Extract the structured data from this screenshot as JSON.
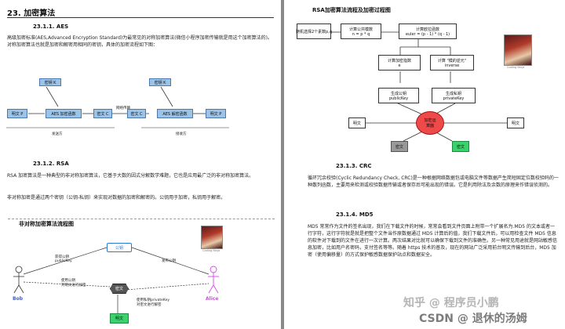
{
  "left_page": {
    "title": "23.   加密算法",
    "aes": {
      "heading": "23.1.1.    AES",
      "para": "高级加密标准(AES,Advanced Encryption Standard)为最常见的对称加密算法(微信小程序加密传输就是用这个加密算法的)。对称加密算法也就是加密和解密用相同的密钥，具体的加密流程如下图：",
      "diagram": {
        "key_a": "密钥 K",
        "key_b": "密钥 K",
        "plain_left": "明文 P",
        "encrypt": "AES 加密函数",
        "cipher_left": "密文  C",
        "transfer": "网络传输",
        "cipher_right": "密文  C",
        "decrypt": "AES 解密函数",
        "plain_right": "明文 P",
        "sender": "发送方",
        "receiver": "接收方"
      }
    },
    "rsa": {
      "heading": "23.1.2.    RSA",
      "para1": "RSA 加密算法是一种典型的非对称加密算法，它基于大数的因式分解数学难题，它也是应用最广泛的非对称加密算法。",
      "para2": "非对称加密是通过两个密钥（公钥-私钥）来实现对数据的加密和解密的。公钥用于加密，私钥用于解密。",
      "diagram_title": "非对称加密算法流程图",
      "public_key": "公钥",
      "private_key": "私钥",
      "get_public": "获得公钥\npublicKey",
      "send_public": "发布公钥",
      "encrypt_note": "使用公钥\n对明文进行加密",
      "cipher": "密文",
      "decrypt_note": "使用私钥privateKey\n对密文进行解密",
      "plain": "明文",
      "bob": "Bob",
      "alice": "Alice",
      "thumb_caption": "Coding Ninja"
    }
  },
  "right_page": {
    "flow_title": "RSA加密算法流程及加密过程图",
    "flow": {
      "random": "随机选择2个素数p,q",
      "n": "计算公共模数\nn = p * q",
      "euler": "计算欧拉函数\neuler = (p - 1) * (q - 1)",
      "e": "计算加密指数\ne",
      "inverse": "计算 \"模的逆元\"\ninverse",
      "pub": "生成公钥\npublicKey",
      "priv": "生成私钥\nprivateKey",
      "plain_l": "明文",
      "algo": "加密运\n算器",
      "plain_r": "明文",
      "cipher_a": "密文",
      "cipher_b": "密文",
      "thumb_caption": "Coding Ninja"
    },
    "crc": {
      "heading": "23.1.3.    CRC",
      "para": "循环冗余校验(Cyclic Redundancy Check, CRC)是一种根据网络数据包或电脑文件等数据产生简短固定位数校验码的一种散列函数，主要用来检测或校验数据传输或者保存后可能出现的错误。它是利用除法及余数的原理来作错误侦测的。"
    },
    "md5": {
      "heading": "23.1.4.    MD5",
      "para": "MD5 常常作为文件的签名出现，我们在下载文件的时候，常常会看到文件页面上附带一个扩展名为.MD5 的文本或者一行字符，这行字符就是就是把整个文件当作原数据通过 MD5 计算后的值，我们下载文件后，可以用检查文件 MD5 信息的软件对下载到的文件在进行一次计算。两次结果对比就可以确保下载到文件的准确性。另一种常见用途就是网站敏感信息加密，比如用户名密码，支付签名等等。随着 https 技术的普及，现在的网站广泛采用前台明文传输到后台，MD5 加密（使用偏移量）的方式保护敏感数据保护站点和数据安全。"
    },
    "watermark_zh": "知乎 @ 程序员小鹏",
    "watermark_csdn": "CSDN @ 退休的汤姆"
  }
}
